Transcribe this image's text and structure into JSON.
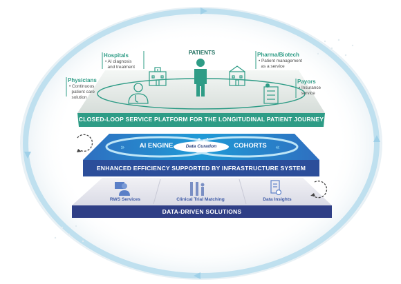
{
  "center": {
    "label": "PATIENTS"
  },
  "stakeholders": [
    {
      "key": "hospitals",
      "name": "Hospitals",
      "note": "• AI diagnosis\n  and treatment"
    },
    {
      "key": "physicians",
      "name": "Physicians",
      "note": "• Continuous\n  patient care\n  solution"
    },
    {
      "key": "pharma",
      "name": "Pharma/Biotech",
      "note": "• Patient management\n  as a service"
    },
    {
      "key": "payors",
      "name": "Payors",
      "note": "• Insurance\n  service"
    }
  ],
  "layers": {
    "top": {
      "label": "CLOSED-LOOP SERVICE PLATFORM FOR THE LONGITUDINAL PATIENT JOURNEY"
    },
    "middle": {
      "label": "ENHANCED EFFICIENCY SUPPORTED BY INFRASTRUCTURE SYSTEM",
      "ai_engine": "AI ENGINE",
      "data_curation": "Data Curation",
      "cohorts": "COHORTS"
    },
    "bottom": {
      "label": "DATA-DRIVEN SOLUTIONS",
      "items": [
        {
          "label": "RWS Services"
        },
        {
          "label": "Clinical Trial Matching"
        },
        {
          "label": "Data Insights"
        }
      ]
    }
  },
  "colors": {
    "green": "#2e9c86",
    "navy": "#2c4e9a",
    "dark_navy": "#2f3f86",
    "light_blue": "#b9e3f2"
  }
}
